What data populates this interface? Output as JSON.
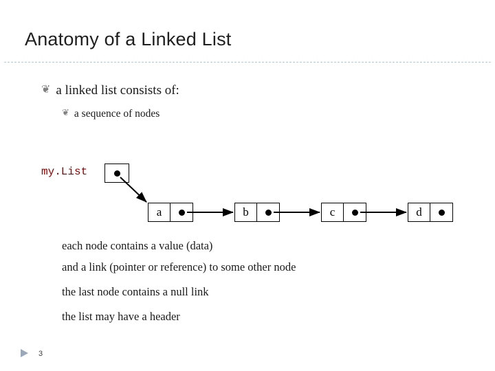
{
  "slide": {
    "title": "Anatomy of a Linked List",
    "page_number": "3",
    "bullets": [
      {
        "marker": "❦",
        "text": "a linked list consists of:"
      },
      {
        "marker": "❦",
        "text": "a sequence of nodes"
      }
    ],
    "pointer_variable": {
      "label": "my.List",
      "color": "#8c0000"
    },
    "nodes": [
      {
        "value": "a"
      },
      {
        "value": "b"
      },
      {
        "value": "c"
      },
      {
        "value": "d"
      }
    ],
    "body_lines": [
      "each node contains a value (data)",
      "and a link (pointer or reference) to some other node",
      "the last node contains a null link",
      "the list may have a header"
    ]
  }
}
